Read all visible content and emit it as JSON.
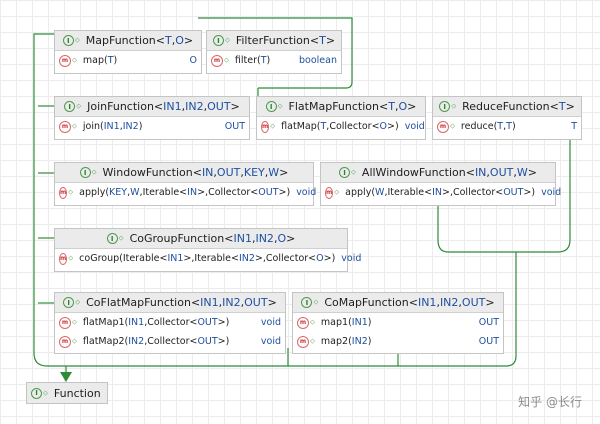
{
  "nodes": {
    "map": {
      "name": "MapFunction",
      "params": [
        "T",
        "O"
      ],
      "methods": [
        {
          "name": "map",
          "args": [
            [
              "T",
              true
            ]
          ],
          "returns": "O"
        }
      ]
    },
    "filter": {
      "name": "FilterFunction",
      "params": [
        "T"
      ],
      "methods": [
        {
          "name": "filter",
          "args": [
            [
              "T",
              true
            ]
          ],
          "returns": "boolean"
        }
      ]
    },
    "join": {
      "name": "JoinFunction",
      "params": [
        "IN1",
        "IN2",
        "OUT"
      ],
      "methods": [
        {
          "name": "join",
          "args": [
            [
              "IN1",
              true
            ],
            [
              "IN2",
              true
            ]
          ],
          "returns": "OUT"
        }
      ]
    },
    "flatmap": {
      "name": "FlatMapFunction",
      "params": [
        "T",
        "O"
      ],
      "methods": [
        {
          "name": "flatMap",
          "args": [
            [
              "T",
              true
            ],
            [
              "Collector<",
              false
            ],
            [
              "O",
              true
            ],
            [
              ">",
              false
            ]
          ],
          "returns": "void"
        }
      ]
    },
    "reduce": {
      "name": "ReduceFunction",
      "params": [
        "T"
      ],
      "methods": [
        {
          "name": "reduce",
          "args": [
            [
              "T",
              true
            ],
            [
              "T",
              true
            ]
          ],
          "returns": "T"
        }
      ]
    },
    "window": {
      "name": "WindowFunction",
      "params": [
        "IN",
        "OUT",
        "KEY",
        "W"
      ],
      "methods": [
        {
          "name": "apply",
          "args": [
            [
              "KEY",
              true
            ],
            [
              "W",
              true
            ],
            [
              "Iterable<",
              false
            ],
            [
              "IN",
              true
            ],
            [
              ">",
              false
            ],
            [
              "Collector<",
              false
            ],
            [
              "OUT",
              true
            ],
            [
              ">",
              false
            ]
          ],
          "returns": "void"
        }
      ]
    },
    "allwindow": {
      "name": "AllWindowFunction",
      "params": [
        "IN",
        "OUT",
        "W"
      ],
      "methods": [
        {
          "name": "apply",
          "args": [
            [
              "W",
              true
            ],
            [
              "Iterable<",
              false
            ],
            [
              "IN",
              true
            ],
            [
              ">",
              false
            ],
            [
              "Collector<",
              false
            ],
            [
              "OUT",
              true
            ],
            [
              ">",
              false
            ]
          ],
          "returns": "void"
        }
      ]
    },
    "cogroup": {
      "name": "CoGroupFunction",
      "params": [
        "IN1",
        "IN2",
        "O"
      ],
      "methods": [
        {
          "name": "coGroup",
          "args": [
            [
              "Iterable<",
              false
            ],
            [
              "IN1",
              true
            ],
            [
              ">",
              false
            ],
            [
              "Iterable<",
              false
            ],
            [
              "IN2",
              true
            ],
            [
              ">",
              false
            ],
            [
              "Collector<",
              false
            ],
            [
              "O",
              true
            ],
            [
              ">",
              false
            ]
          ],
          "returns": "void"
        }
      ]
    },
    "coflatmap": {
      "name": "CoFlatMapFunction",
      "params": [
        "IN1",
        "IN2",
        "OUT"
      ],
      "methods": [
        {
          "name": "flatMap1",
          "args": [
            [
              "IN1",
              true
            ],
            [
              "Collector<",
              false
            ],
            [
              "OUT",
              true
            ],
            [
              ">",
              false
            ]
          ],
          "returns": "void"
        },
        {
          "name": "flatMap2",
          "args": [
            [
              "IN2",
              true
            ],
            [
              "Collector<",
              false
            ],
            [
              "OUT",
              true
            ],
            [
              ">",
              false
            ]
          ],
          "returns": "void"
        }
      ]
    },
    "comap": {
      "name": "CoMapFunction",
      "params": [
        "IN1",
        "IN2",
        "OUT"
      ],
      "methods": [
        {
          "name": "map1",
          "args": [
            [
              "IN1",
              true
            ]
          ],
          "returns": "OUT"
        },
        {
          "name": "map2",
          "args": [
            [
              "IN2",
              true
            ]
          ],
          "returns": "OUT"
        }
      ]
    },
    "function": {
      "name": "Function",
      "params": [],
      "methods": []
    }
  },
  "icons": {
    "class": "class-icon",
    "method": "method-icon",
    "link": "link-icon"
  },
  "colors": {
    "edge": "#2e8b3a",
    "type_param": "#1f4fa0",
    "header": "#ebebeb",
    "border": "#c4c4c4"
  },
  "watermark": "知乎 @长行"
}
